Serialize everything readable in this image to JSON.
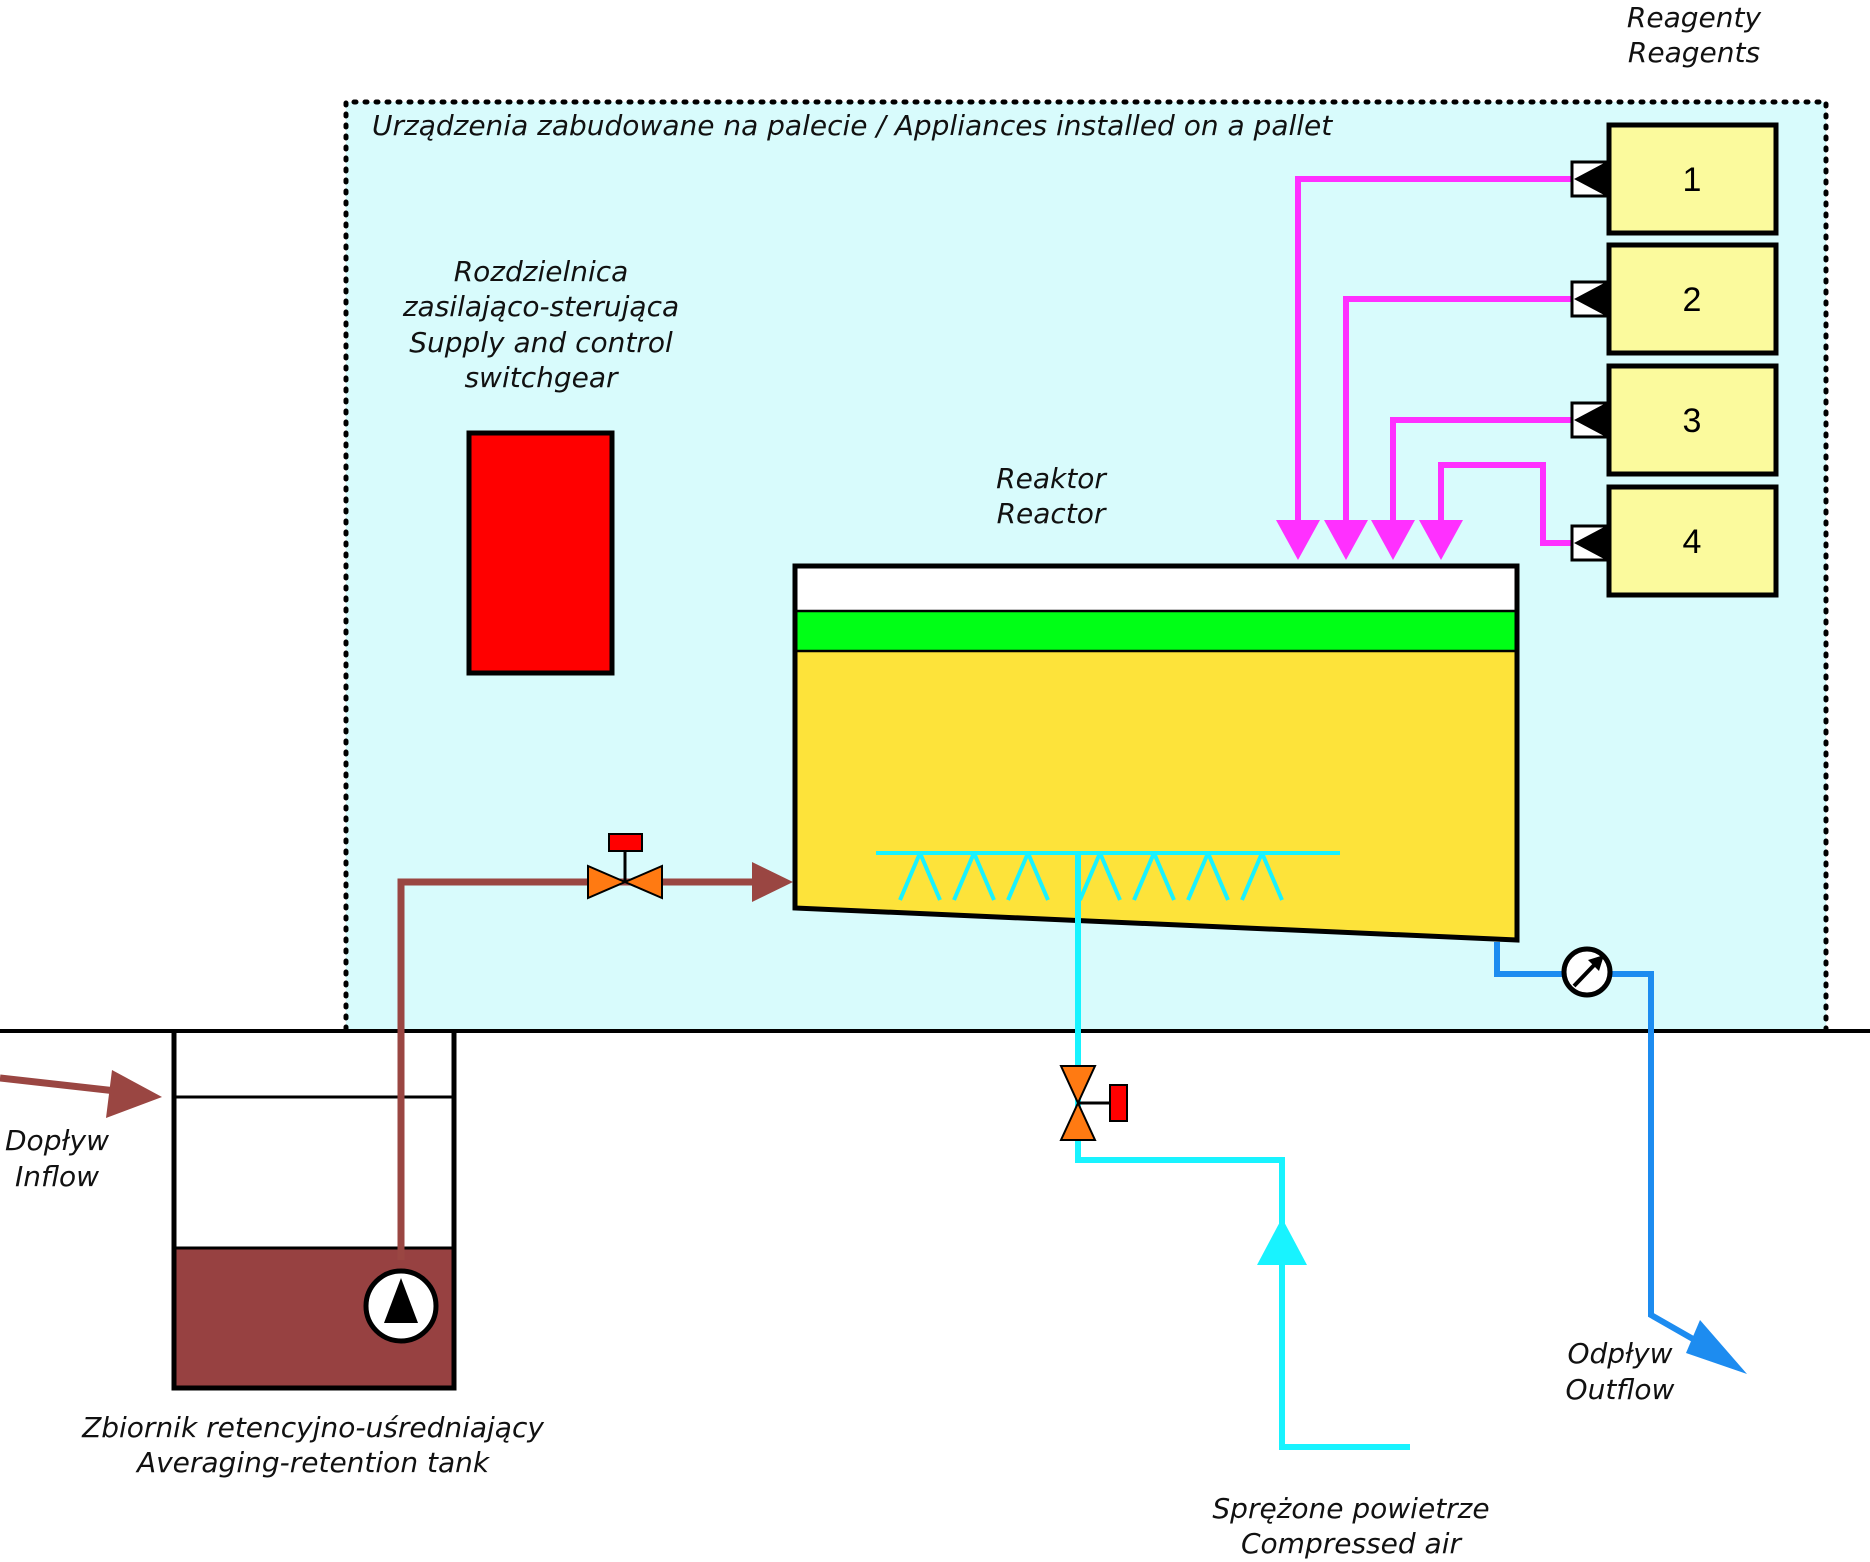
{
  "pallet": {
    "title": "Urządzenia zabudowane na palecie / Appliances installed on a pallet",
    "fill": "#d8fbfc"
  },
  "reagents_header": {
    "line1": "Reagenty",
    "line2": "Reagents"
  },
  "switchgear": {
    "line1": "Rozdzielnica",
    "line2": "zasilająco-sterująca",
    "line3": "Supply and control",
    "line4": "switchgear",
    "color": "#ff0000"
  },
  "reactor": {
    "line1": "Reaktor",
    "line2": "Reactor",
    "liquid_color": "#fde33a",
    "layer_color": "#00ff16"
  },
  "reagents": [
    {
      "label": "1"
    },
    {
      "label": "2"
    },
    {
      "label": "3"
    },
    {
      "label": "4"
    }
  ],
  "reagent_fill": "#fbfa9d",
  "dosing_line_color": "#ff30ff",
  "inflow": {
    "line1": "Dopływ",
    "line2": "Inflow",
    "color": "#9a4642"
  },
  "tank": {
    "line1": "Zbiornik retencyjno-uśredniający",
    "line2": "Averaging-retention tank",
    "wastewater_color": "#974141"
  },
  "air": {
    "line1": "Sprężone powietrze",
    "line2": "Compressed air",
    "color": "#18f3ff"
  },
  "outflow": {
    "line1": "Odpływ",
    "line2": "Outflow",
    "color": "#1d8cf0"
  },
  "valve_color": "#ff7a12"
}
